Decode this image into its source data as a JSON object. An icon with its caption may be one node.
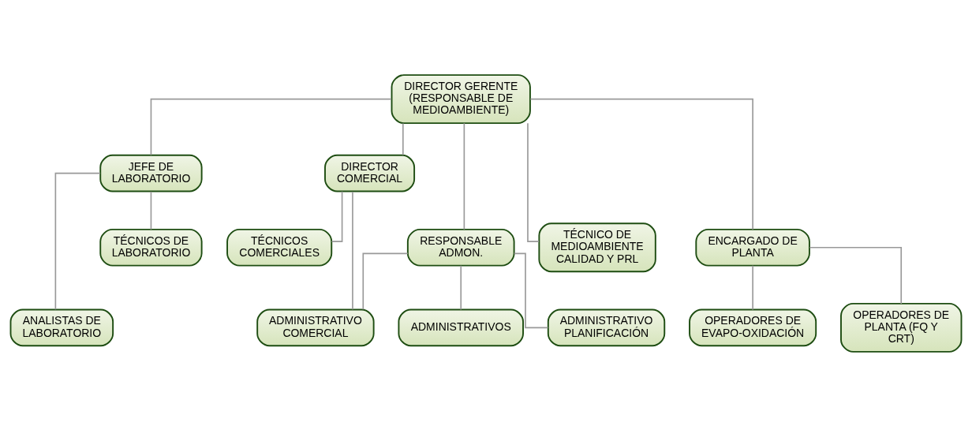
{
  "diagram": {
    "nodes": [
      {
        "text": [
          "DIRECTOR GERENTE (RESPONSABLE DE MEDIOAMBIENTE)"
        ]
      },
      {
        "text": [
          "DIRECTOR COMERCIAL"
        ]
      },
      {
        "text": [
          "JEFE DE LABORATORIO"
        ]
      },
      {
        "text": [
          "TÉCNICOS COMERCIALES"
        ]
      },
      {
        "text": [
          "RESPONSABLE ADMON."
        ]
      },
      {
        "text": [
          "TÉCNICOS DE LABORATORIO"
        ]
      },
      {
        "text": [
          "TÉCNICO DE MEDIOAMBIENTE CALIDAD Y PRL"
        ]
      },
      {
        "text": [
          "ENCARGADO DE PLANTA"
        ]
      },
      {
        "text": [
          "ADMINISTRATIVO COMERCIAL"
        ]
      },
      {
        "text": [
          "ADMINISTRATIVOS"
        ]
      },
      {
        "text": [
          "ADMINISTRATIVO PLANIFICACIÓN"
        ]
      },
      {
        "text": [
          "OPERADORES DE EVAPO-OXIDACIÓN"
        ]
      },
      {
        "text": [
          "OPERADORES DE PLANTA (FQ Y CRT)"
        ]
      },
      {
        "text": [
          "ANALISTAS DE LABORATORIO"
        ]
      }
    ],
    "edges": [
      {
        "from": 0,
        "to": 1,
        "arrow": "none"
      },
      {
        "from": 0,
        "to": 4,
        "arrow": "none"
      },
      {
        "from": 0,
        "to": 7,
        "arrow": "none"
      },
      {
        "from": 0,
        "to": 2,
        "arrow": "none"
      },
      {
        "from": 0,
        "to": 6,
        "arrow": "none"
      },
      {
        "from": 1,
        "to": 3,
        "arrow": "none"
      },
      {
        "from": 1,
        "to": 8,
        "arrow": "none"
      },
      {
        "from": 4,
        "to": 8,
        "arrow": "none"
      },
      {
        "from": 4,
        "to": 9,
        "arrow": "none"
      },
      {
        "from": 4,
        "to": 10,
        "arrow": "none"
      },
      {
        "from": 7,
        "to": 11,
        "arrow": "none"
      },
      {
        "from": 7,
        "to": 12,
        "arrow": "none"
      },
      {
        "from": 2,
        "to": 5,
        "arrow": "none"
      },
      {
        "from": 2,
        "to": 13,
        "arrow": "none"
      }
    ]
  }
}
